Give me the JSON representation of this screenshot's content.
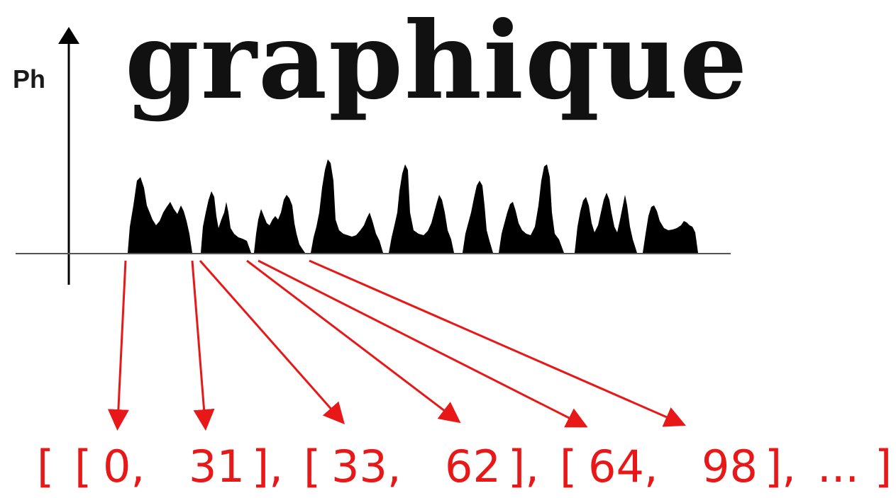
{
  "axis_label": "Ph",
  "word": "graphique",
  "colors": {
    "profile": "#000000",
    "axis": "#000000",
    "baseline": "#555555",
    "arrow": "#e81818",
    "text": "#e81818"
  },
  "array": {
    "open": "[",
    "segments": [
      {
        "open": "[",
        "start": "0,",
        "end": "31",
        "close": "],"
      },
      {
        "open": "[",
        "start": "33,",
        "end": "62",
        "close": "],"
      },
      {
        "open": "[",
        "start": "64,",
        "end": "98",
        "close": "],"
      }
    ],
    "ellipsis": "...",
    "close": "]"
  }
}
